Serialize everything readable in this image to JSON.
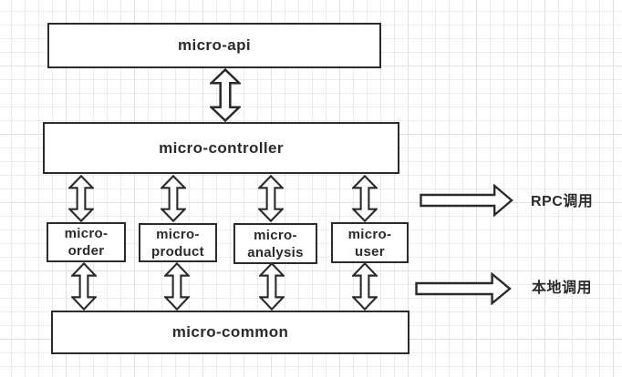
{
  "nodes": {
    "api": {
      "label": "micro-api"
    },
    "controller": {
      "label": "micro-controller"
    },
    "order": {
      "line1": "micro-",
      "line2": "order"
    },
    "product": {
      "line1": "micro-",
      "line2": "product"
    },
    "analysis": {
      "line1": "micro-",
      "line2": "analysis"
    },
    "user": {
      "line1": "micro-",
      "line2": "user"
    },
    "common": {
      "label": "micro-common"
    }
  },
  "legend": {
    "rpc": {
      "label": "RPC调用"
    },
    "local": {
      "label": "本地调用"
    }
  },
  "colors": {
    "stroke": "#2b2b2b",
    "text": "#2b2b2b",
    "background": "#ffffff",
    "grid_minor": "#ececf0",
    "grid_major": "#e0e0e6"
  }
}
